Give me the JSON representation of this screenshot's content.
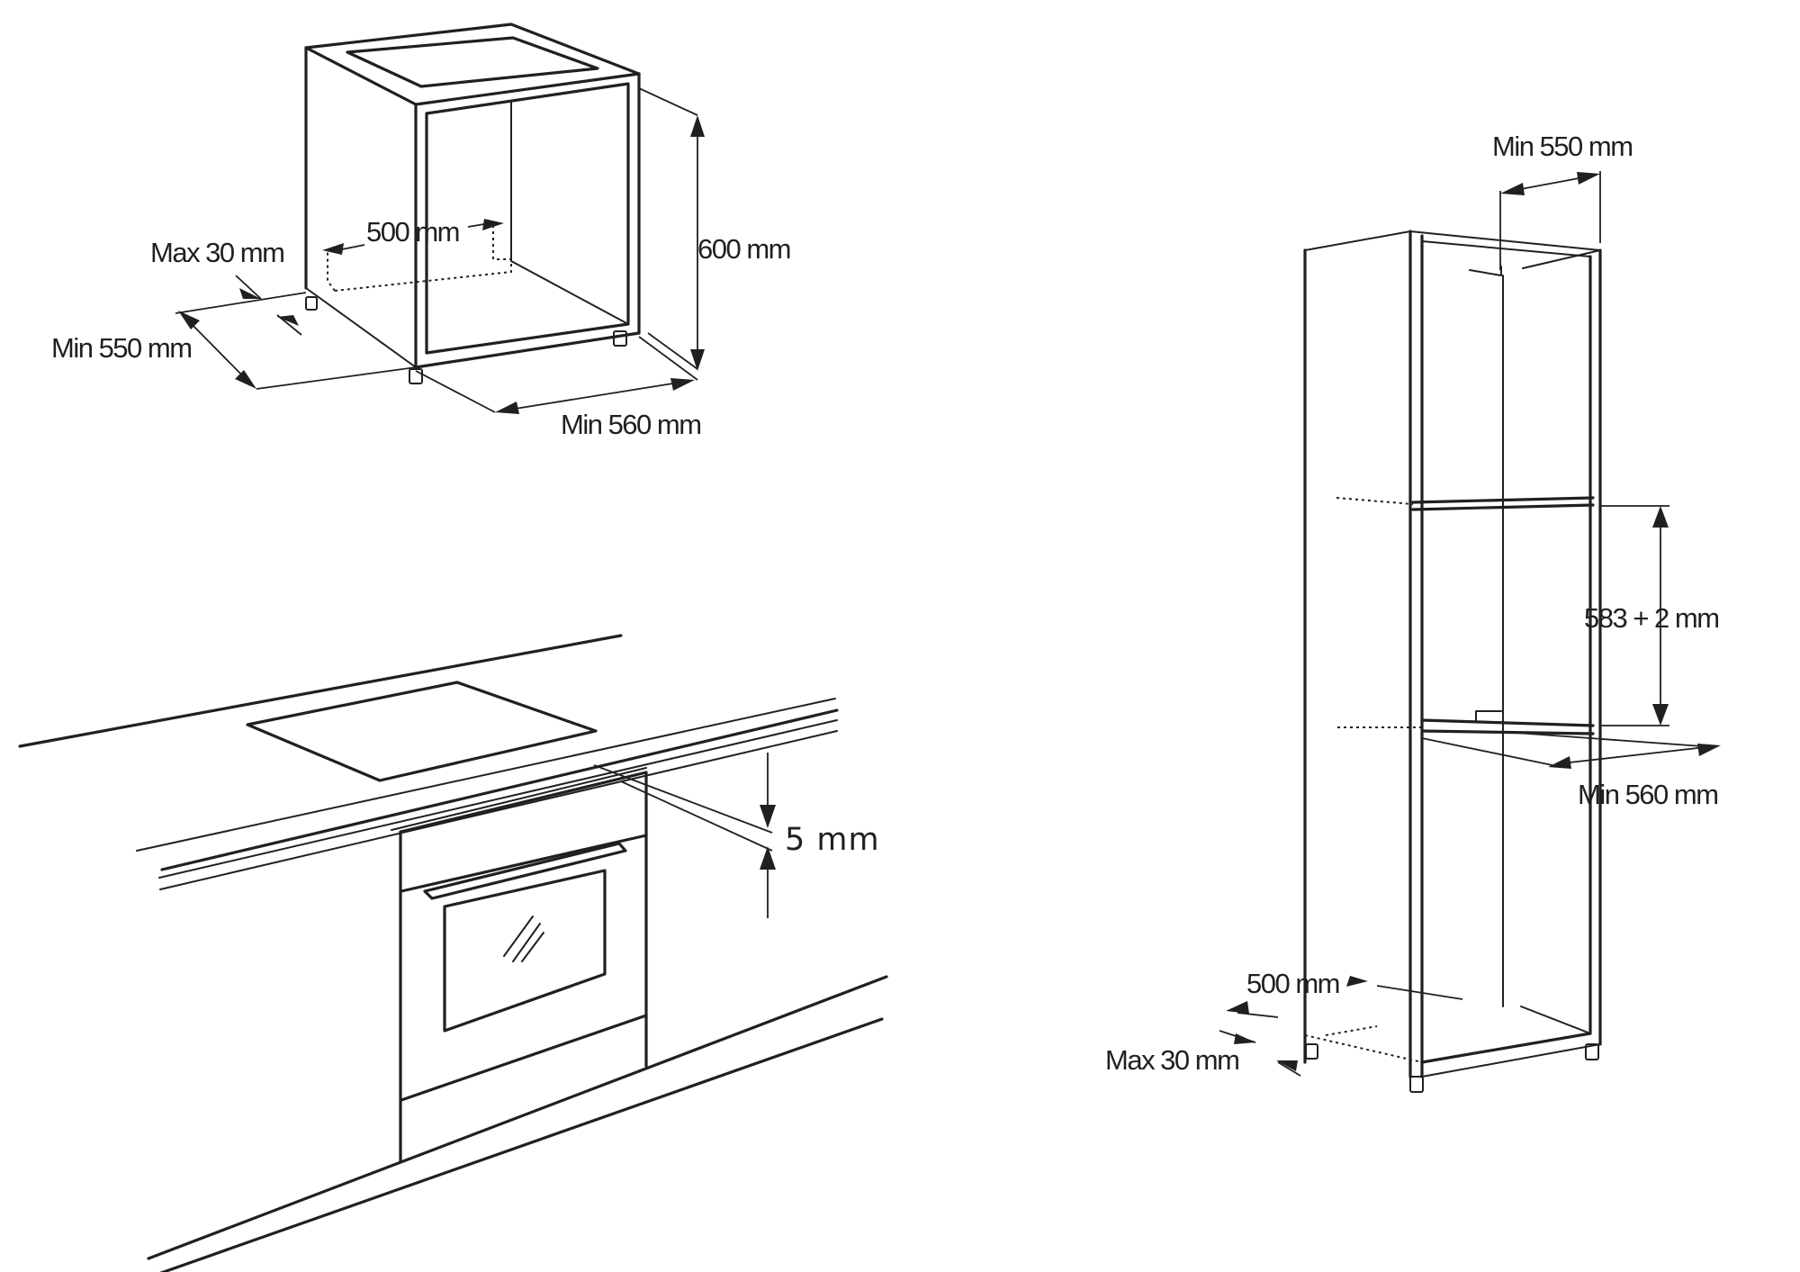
{
  "figures": {
    "under_counter": {
      "labels": {
        "max_depth_gap": "Max 30 mm",
        "back_opening": "500 mm",
        "height": "600 mm",
        "depth": "Min 550 mm",
        "width": "Min 560 mm"
      }
    },
    "installed_view": {
      "labels": {
        "gap": "5 mm"
      }
    },
    "tall_unit": {
      "labels": {
        "depth": "Min 550 mm",
        "niche_height": "583 + 2 mm",
        "width": "Min 560 mm",
        "back_opening": "500 mm",
        "max_depth_gap": "Max 30 mm"
      }
    }
  }
}
